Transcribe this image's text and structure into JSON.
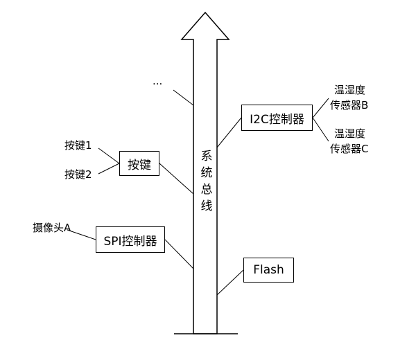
{
  "bus": {
    "label_chars": [
      "系",
      "统",
      "总",
      "线"
    ]
  },
  "blocks": {
    "keys": "按键",
    "spi": "SPI控制器",
    "i2c": "I2C控制器",
    "flash": "Flash"
  },
  "labels": {
    "ellipsis": "...",
    "key1": "按键1",
    "key2": "按键2",
    "camera": "摄像头A",
    "sensor_b_line1": "温湿度",
    "sensor_b_line2": "传感器B",
    "sensor_c_line1": "温湿度",
    "sensor_c_line2": "传感器C"
  }
}
